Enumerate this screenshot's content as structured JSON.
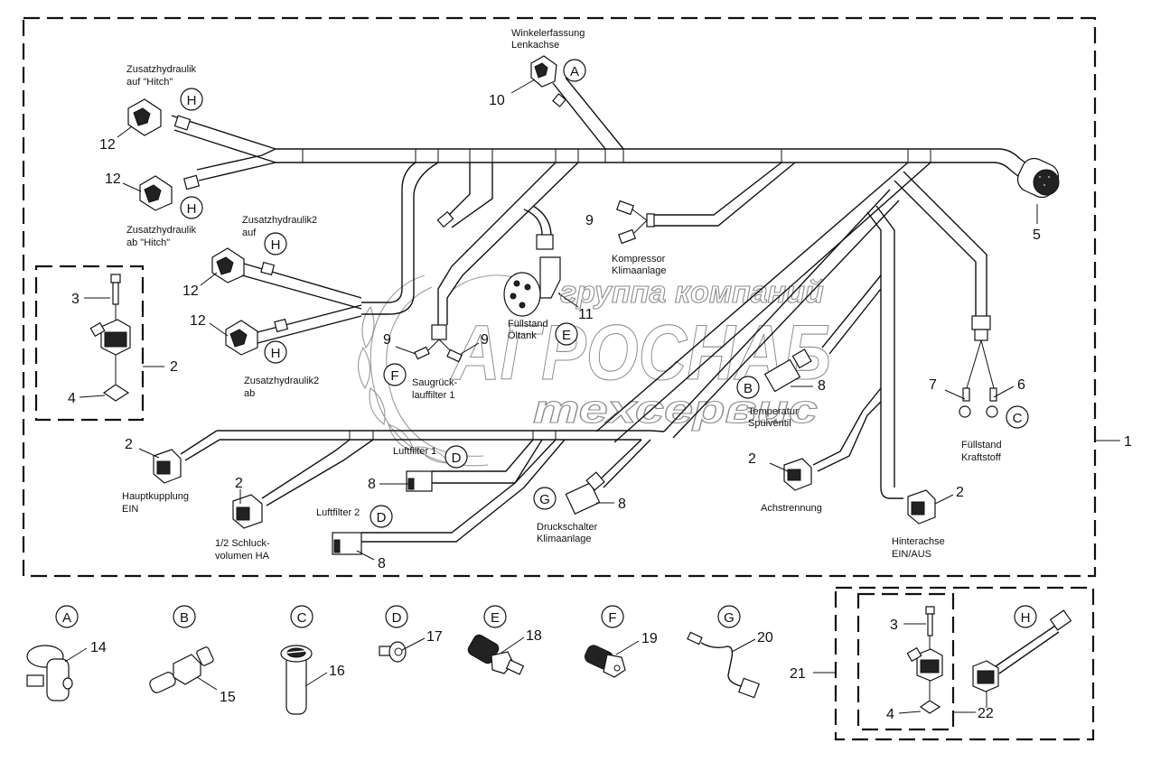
{
  "diagram": {
    "title": "Kabelbaum Schaltplan",
    "assembly_number": "1",
    "watermark": {
      "line1": "группа компаний",
      "line2": "АГРОСНАБ",
      "line3": "техсервис"
    },
    "location_labels": [
      {
        "id": "winkel",
        "lines": [
          "Winkelerfassung",
          "Lenkachse"
        ]
      },
      {
        "id": "zh_hitch_auf",
        "lines": [
          "Zusatzhydraulik",
          "auf \"Hitch\""
        ]
      },
      {
        "id": "zh_hitch_ab",
        "lines": [
          "Zusatzhydraulik",
          "ab \"Hitch\""
        ]
      },
      {
        "id": "zh2_auf",
        "lines": [
          "Zusatzhydraulik2",
          "auf"
        ]
      },
      {
        "id": "zh2_ab",
        "lines": [
          "Zusatzhydraulik2",
          "ab"
        ]
      },
      {
        "id": "kompressor",
        "lines": [
          "Kompressor",
          "Klimaanlage"
        ]
      },
      {
        "id": "fuellstand_oel",
        "lines": [
          "Füllstand",
          "Öltank"
        ]
      },
      {
        "id": "saugrueck",
        "lines": [
          "Saugrück-",
          "lauffilter 1"
        ]
      },
      {
        "id": "temperatur",
        "lines": [
          "Temperatur",
          "Spülventil"
        ]
      },
      {
        "id": "fuellstand_kraft",
        "lines": [
          "Füllstand",
          "Kraftstoff"
        ]
      },
      {
        "id": "hauptkupplung",
        "lines": [
          "Hauptkupplung",
          "EIN"
        ]
      },
      {
        "id": "schluck",
        "lines": [
          "1/2 Schluck-",
          "volumen HA"
        ]
      },
      {
        "id": "luftfilter1",
        "lines": [
          "Luftfilter 1"
        ]
      },
      {
        "id": "luftfilter2",
        "lines": [
          "Luftfilter 2"
        ]
      },
      {
        "id": "druckschalter",
        "lines": [
          "Druckschalter",
          "Klimaanlage"
        ]
      },
      {
        "id": "achstrennung",
        "lines": [
          "Achstrennung"
        ]
      },
      {
        "id": "hinterachse",
        "lines": [
          "Hinterachse",
          "EIN/AUS"
        ]
      }
    ],
    "callouts": {
      "c1": "1",
      "c2": "2",
      "c3": "3",
      "c4": "4",
      "c5": "5",
      "c6": "6",
      "c7": "7",
      "c8": "8",
      "c9": "9",
      "c10": "10",
      "c11": "11",
      "c12": "12",
      "c14": "14",
      "c15": "15",
      "c16": "16",
      "c17": "17",
      "c18": "18",
      "c19": "19",
      "c20": "20",
      "c21": "21",
      "c22": "22"
    },
    "ref_letters": {
      "A": "A",
      "B": "B",
      "C": "C",
      "D": "D",
      "E": "E",
      "F": "F",
      "G": "G",
      "H": "H"
    },
    "detail_parts": [
      {
        "ref": "A",
        "number": "14"
      },
      {
        "ref": "B",
        "number": "15"
      },
      {
        "ref": "C",
        "number": "16"
      },
      {
        "ref": "D",
        "number": "17"
      },
      {
        "ref": "E",
        "number": "18"
      },
      {
        "ref": "F",
        "number": "19"
      },
      {
        "ref": "G",
        "number": "20"
      },
      {
        "ref": "H",
        "number": "22"
      }
    ]
  }
}
